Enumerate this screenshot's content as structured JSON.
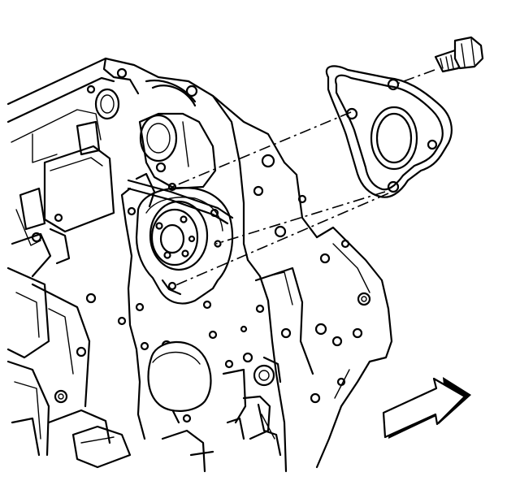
{
  "figure": {
    "background": "#ffffff",
    "line_color": "#000000",
    "parts": [
      {
        "id": "engine-block",
        "icon": "engine-block-icon"
      },
      {
        "id": "camshaft-sprocket-bore",
        "icon": "cam-bore-icon"
      },
      {
        "id": "oil-pump-drive-flange",
        "icon": "flange-icon"
      },
      {
        "id": "gasket",
        "icon": "gasket-icon"
      },
      {
        "id": "bolt",
        "icon": "bolt-icon"
      },
      {
        "id": "expansion-plug",
        "icon": "plug-icon"
      },
      {
        "id": "direction-arrow",
        "icon": "arrow-right-icon"
      }
    ]
  }
}
